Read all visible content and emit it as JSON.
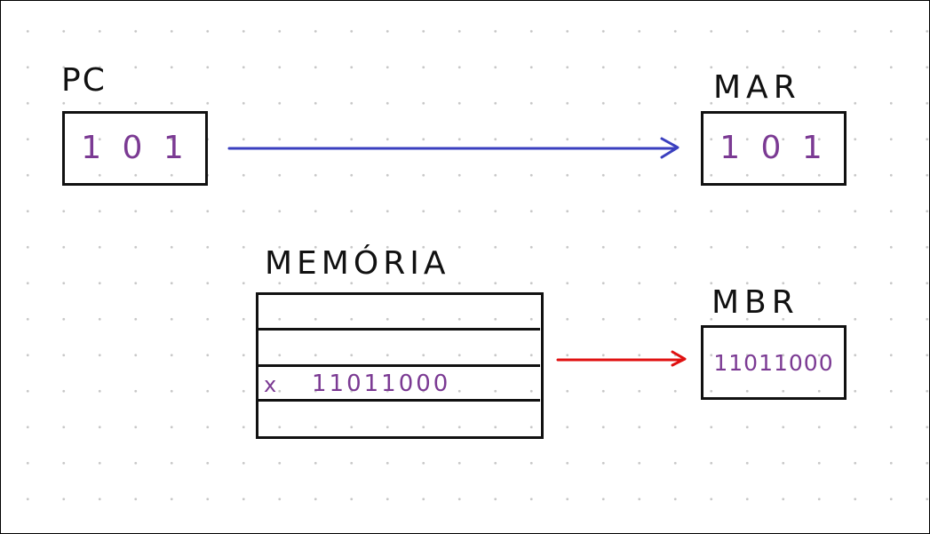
{
  "pc": {
    "label": "PC",
    "value": "1 0 1"
  },
  "mar": {
    "label": "MAR",
    "value": "1 0 1"
  },
  "memory": {
    "label": "MEMÓRIA",
    "rows": [
      {
        "address": "",
        "content": ""
      },
      {
        "address": "",
        "content": ""
      },
      {
        "address": "x",
        "content": "11011000"
      },
      {
        "address": "",
        "content": ""
      }
    ]
  },
  "mbr": {
    "label": "MBR",
    "value": "11011000"
  },
  "colors": {
    "pc_to_mar_arrow": "#3a3fbf",
    "memory_to_mbr_arrow": "#e01010",
    "values": "#7b3a93"
  }
}
